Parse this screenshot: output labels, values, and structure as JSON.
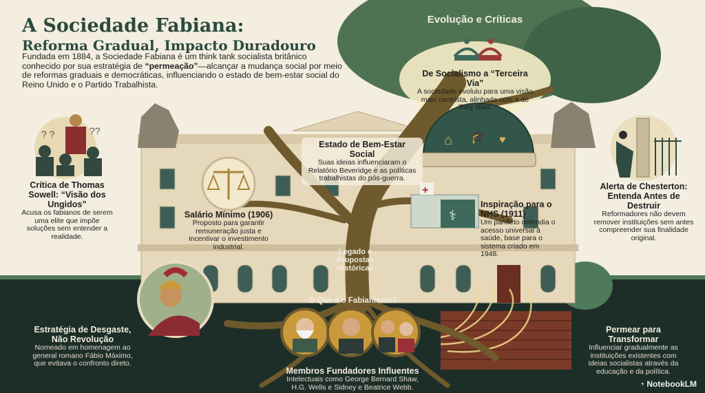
{
  "title": {
    "line1": "A Sociedade Fabiana:",
    "line2": "Reforma Gradual, Impacto Duradouro"
  },
  "intro": {
    "p1": "Fundada em 1884, a Sociedade Fabiana é um think tank socialista britânico conhecido por sua estratégia de ",
    "bold": "“permeação”",
    "p2": "—alcançar a mudança social por meio de reformas graduais e democráticas, influenciando o estado de bem-estar social do Reino Unido e o Partido Trabalhista."
  },
  "canopy": {
    "heading": "Evolução e Críticas"
  },
  "terceira_via": {
    "title": "De Socialismo a “Terceira Via”",
    "text": "A sociedade evoluiu para uma visão mais centrista, alinhada com a de Tony Blair."
  },
  "sowell": {
    "title": "Crítica de Thomas Sowell: “Visão dos Ungidos”",
    "text": "Acusa os fabianos de serem uma elite que impõe soluções sem entender a realidade."
  },
  "chesterton": {
    "title": "Alerta de Chesterton: Entenda Antes de Destruir",
    "text": "Reformadores não devem remover instituições sem antes compreender sua finalidade original."
  },
  "welfare": {
    "title": "Estado de Bem-Estar Social",
    "text": "Suas ideias influenciaram o Relatório Beveridge e as políticas trabalhistas do pós-guerra."
  },
  "wage": {
    "title": "Salário Mínimo (1906)",
    "text": "Proposto para garantir remuneração justa e incentivar o investimento industrial."
  },
  "nhs": {
    "title": "Inspiração para o NHS (1911)",
    "text": "Um panfleto defendia o acesso universal à saúde, base para o sistema criado em 1948."
  },
  "trunk": {
    "label": "Legado e Propostas Históricas"
  },
  "roots": {
    "label": "O Que é o Fabianismo?"
  },
  "attrition": {
    "title": "Estratégia de Desgaste, Não Revolução",
    "text": "Nomeado em homenagem ao general romano Fábio Máximo, que evitava o confronto direto."
  },
  "members": {
    "title": "Membros Fundadores Influentes",
    "text": "Intelectuais como George Bernard Shaw, H.G. Wells e Sidney e Beatrice Webb."
  },
  "permeate": {
    "title": "Permear para Transformar",
    "text": "Influenciar gradualmente as instituições existentes com ideias socialistas através da educação e da política."
  },
  "brand": {
    "label": "NotebookLM"
  },
  "colors": {
    "background": "#f3eee0",
    "ground": "#1d2e28",
    "title": "#2b4a3d",
    "canopy": "#4f7352",
    "trunk": "#6e5a2c",
    "building": "#e6d8bb"
  }
}
